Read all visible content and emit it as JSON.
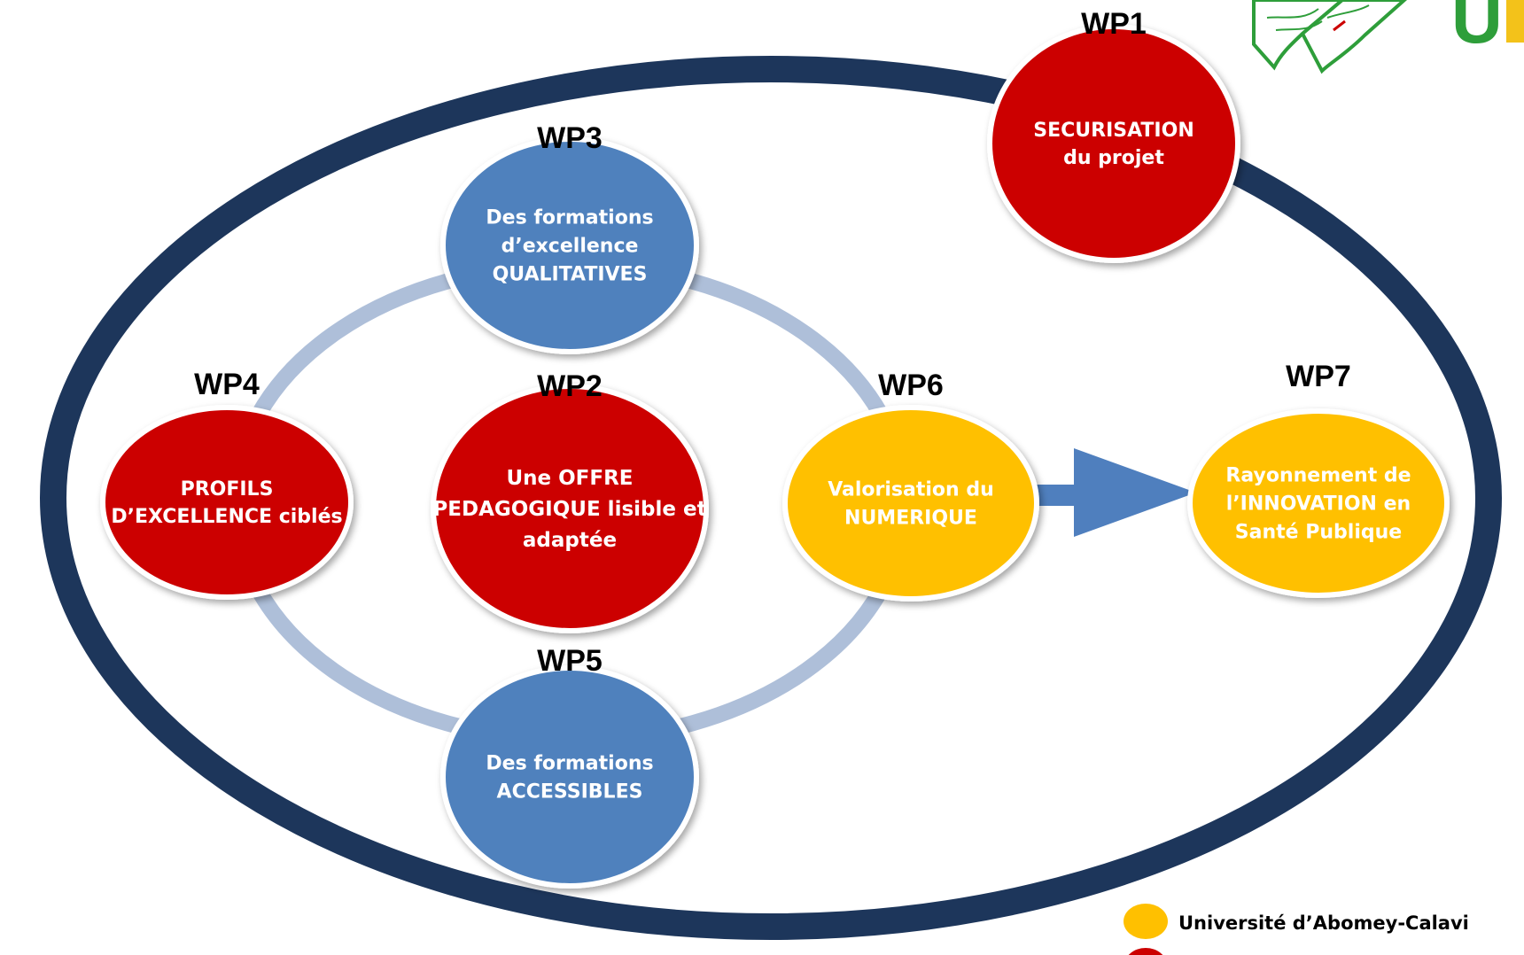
{
  "colors": {
    "outer_ring": "#1d365b",
    "inner_ring": "#aebfd9",
    "red": "#cc0000",
    "blue": "#4f81bd",
    "yellow": "#ffc000",
    "arrow": "#4f7fbe",
    "logo_green": "#2e9e3a",
    "logo_gold": "#f3c21a"
  },
  "nodes": {
    "wp1": {
      "code": "WP1",
      "lines": [
        "SECURISATION",
        "du projet"
      ],
      "color": "red"
    },
    "wp2": {
      "code": "WP2",
      "lines": [
        "Une OFFRE",
        "PEDAGOGIQUE lisible et",
        "adaptée"
      ],
      "color": "red"
    },
    "wp3": {
      "code": "WP3",
      "lines": [
        "Des formations",
        "d’excellence",
        "QUALITATIVES"
      ],
      "color": "blue"
    },
    "wp4": {
      "code": "WP4",
      "lines": [
        "PROFILS",
        "D’EXCELLENCE ciblés"
      ],
      "color": "red"
    },
    "wp5": {
      "code": "WP5",
      "lines": [
        "Des formations",
        "ACCESSIBLES"
      ],
      "color": "blue"
    },
    "wp6": {
      "code": "WP6",
      "lines": [
        "Valorisation du",
        "NUMERIQUE"
      ],
      "color": "yellow"
    },
    "wp7": {
      "code": "WP7",
      "lines": [
        "Rayonnement de",
        "l’INNOVATION en",
        "Santé Publique"
      ],
      "color": "yellow"
    }
  },
  "legend": {
    "items": [
      {
        "label": "Université d’Abomey-Calavi",
        "color": "yellow"
      },
      {
        "label": "",
        "color": "red"
      }
    ]
  },
  "logo": {
    "text": "U",
    "icon": "open-book-icon"
  }
}
